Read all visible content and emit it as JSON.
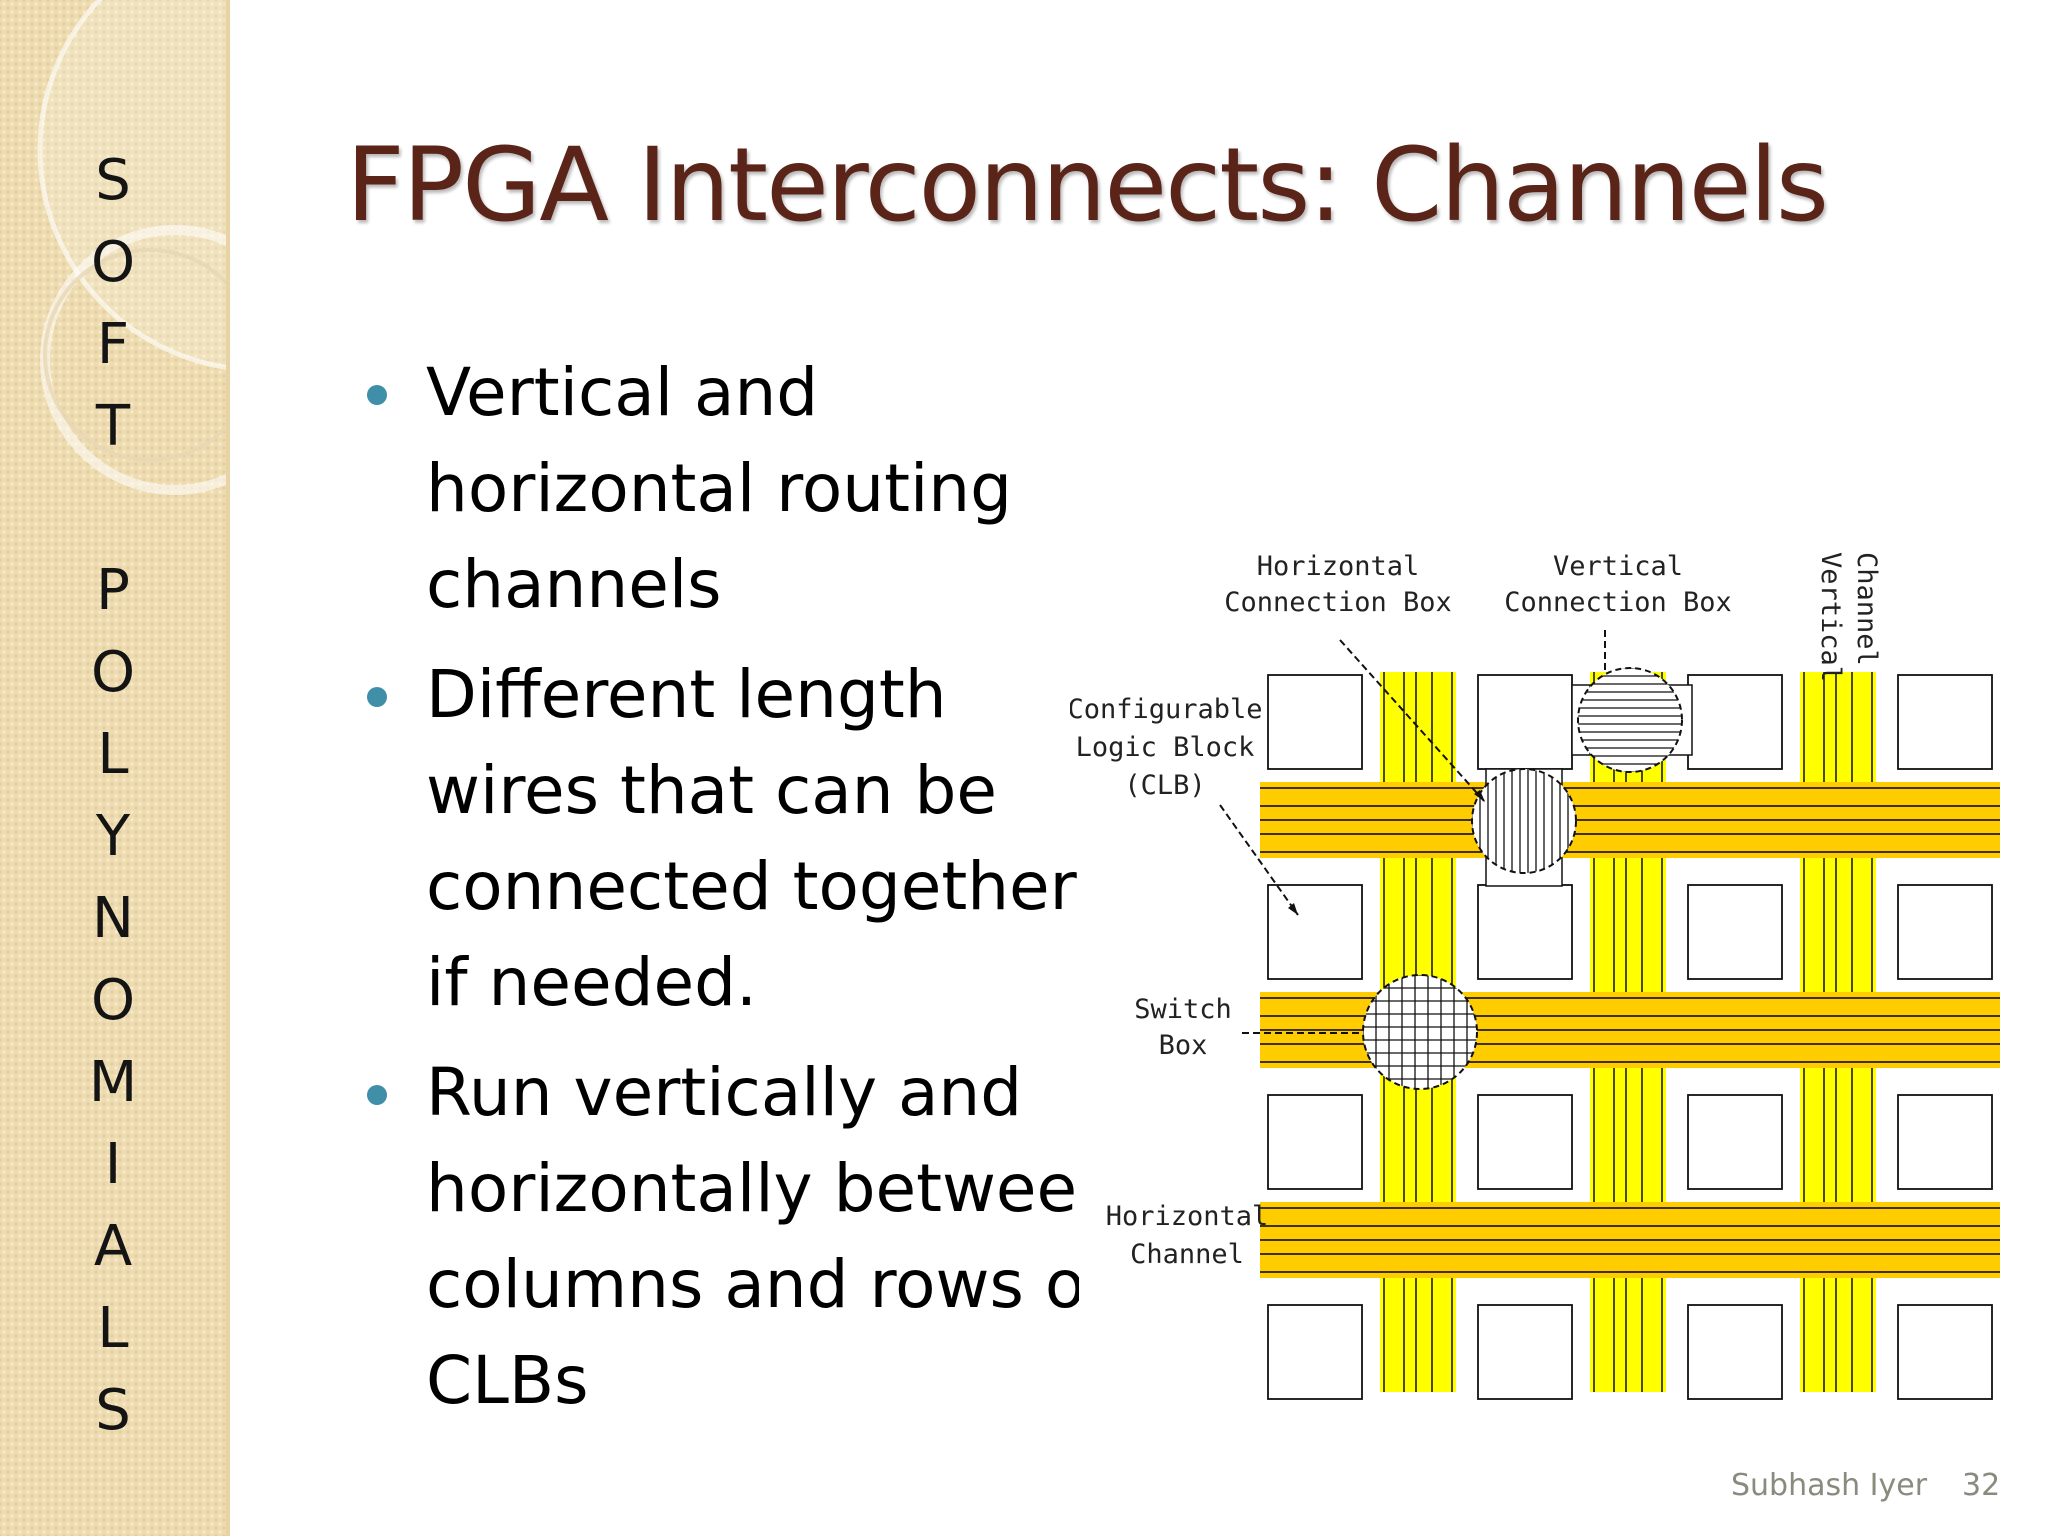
{
  "slide": {
    "title": "FPGA Interconnects: Channels",
    "sidebar_text": [
      "S",
      "O",
      "F",
      "T",
      "",
      "P",
      "O",
      "L",
      "Y",
      "N",
      "O",
      "M",
      "I",
      "A",
      "L",
      "S"
    ],
    "bullets": [
      "Vertical and\nhorizontal routing\nchannels",
      "Different length\nwires that can be\nconnected together\nif needed.",
      "Run vertically and\nhorizontally between\ncolumns and rows of\nCLBs"
    ],
    "footer": {
      "author": "Subhash Iyer",
      "page_number": "32"
    }
  },
  "diagram": {
    "labels": {
      "horizontal_connection_box": [
        "Horizontal",
        "Connection Box"
      ],
      "vertical_connection_box": [
        "Vertical",
        "Connection Box"
      ],
      "vertical_channel": [
        "Vertical",
        "Channel"
      ],
      "clb": [
        "Configurable",
        "Logic Block",
        "(CLB)"
      ],
      "switch_box": [
        "Switch",
        "Box"
      ],
      "horizontal_channel": [
        "Horizontal",
        "Channel"
      ]
    },
    "colors": {
      "vertical_channel": "#ffff00",
      "horizontal_channel": "#ffcc00",
      "wire": "#000000",
      "bullet": "#3f8fa8",
      "title": "#5b2419"
    },
    "clb_grid": {
      "rows": 4,
      "columns": 4
    }
  }
}
